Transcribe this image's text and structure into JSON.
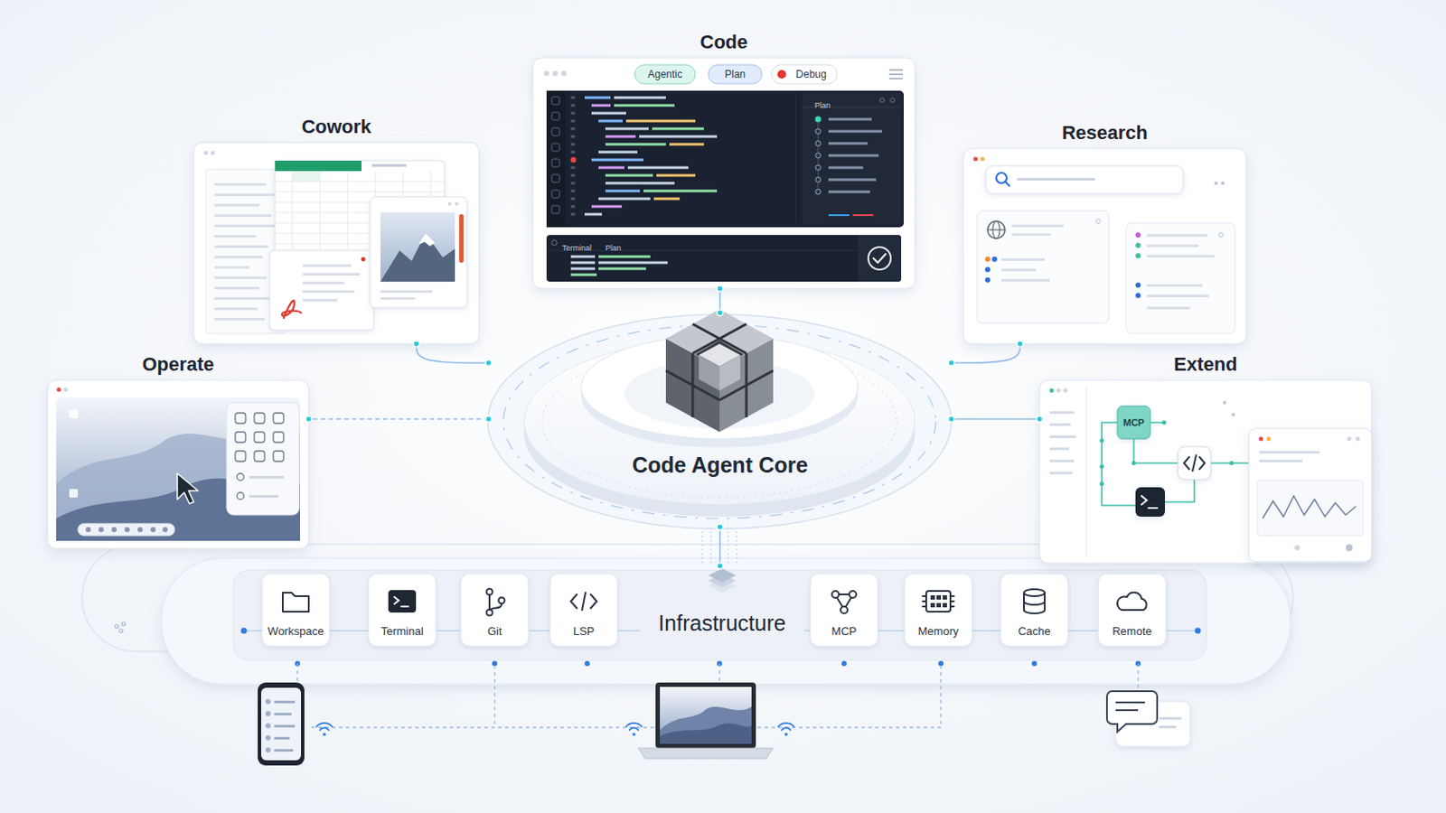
{
  "diagram": {
    "nodes": [
      {
        "text": [
          "Code"
        ]
      },
      {
        "text": [
          "Agentic"
        ],
        "in": 0
      },
      {
        "text": [
          "Plan"
        ],
        "in": 0
      },
      {
        "text": [
          "Debug"
        ],
        "in": 0
      },
      {
        "text": [
          "Cowork"
        ]
      },
      {
        "text": [
          "Research"
        ]
      },
      {
        "text": [
          "Operate"
        ]
      },
      {
        "text": [
          "Code Agent Core"
        ]
      },
      {
        "text": [
          "Extend"
        ]
      },
      {
        "text": [
          "MCP"
        ],
        "in": 8
      },
      {
        "text": [
          "Infrastructure"
        ]
      },
      {
        "text": [
          "Workspace"
        ],
        "in": 10
      },
      {
        "text": [
          "Terminal"
        ],
        "in": 10
      },
      {
        "text": [
          "Git"
        ],
        "in": 10
      },
      {
        "text": [
          "LSP"
        ],
        "in": 10
      },
      {
        "text": [
          "MCP"
        ],
        "in": 10
      },
      {
        "text": [
          "Memory"
        ],
        "in": 10
      },
      {
        "text": [
          "Cache"
        ],
        "in": 10
      },
      {
        "text": [
          "Remote"
        ],
        "in": 10
      }
    ],
    "edges": [
      {
        "from": 7,
        "to": 0,
        "arrow": "none"
      },
      {
        "from": 7,
        "to": 4,
        "arrow": "none"
      },
      {
        "from": 7,
        "to": 5,
        "arrow": "none"
      },
      {
        "from": 7,
        "to": 6,
        "arrow": "none"
      },
      {
        "from": 7,
        "to": 8,
        "arrow": "none"
      },
      {
        "from": 7,
        "to": 10,
        "arrow": "none"
      }
    ],
    "labels": [
      "Plan",
      "Terminal",
      "Plan"
    ]
  }
}
